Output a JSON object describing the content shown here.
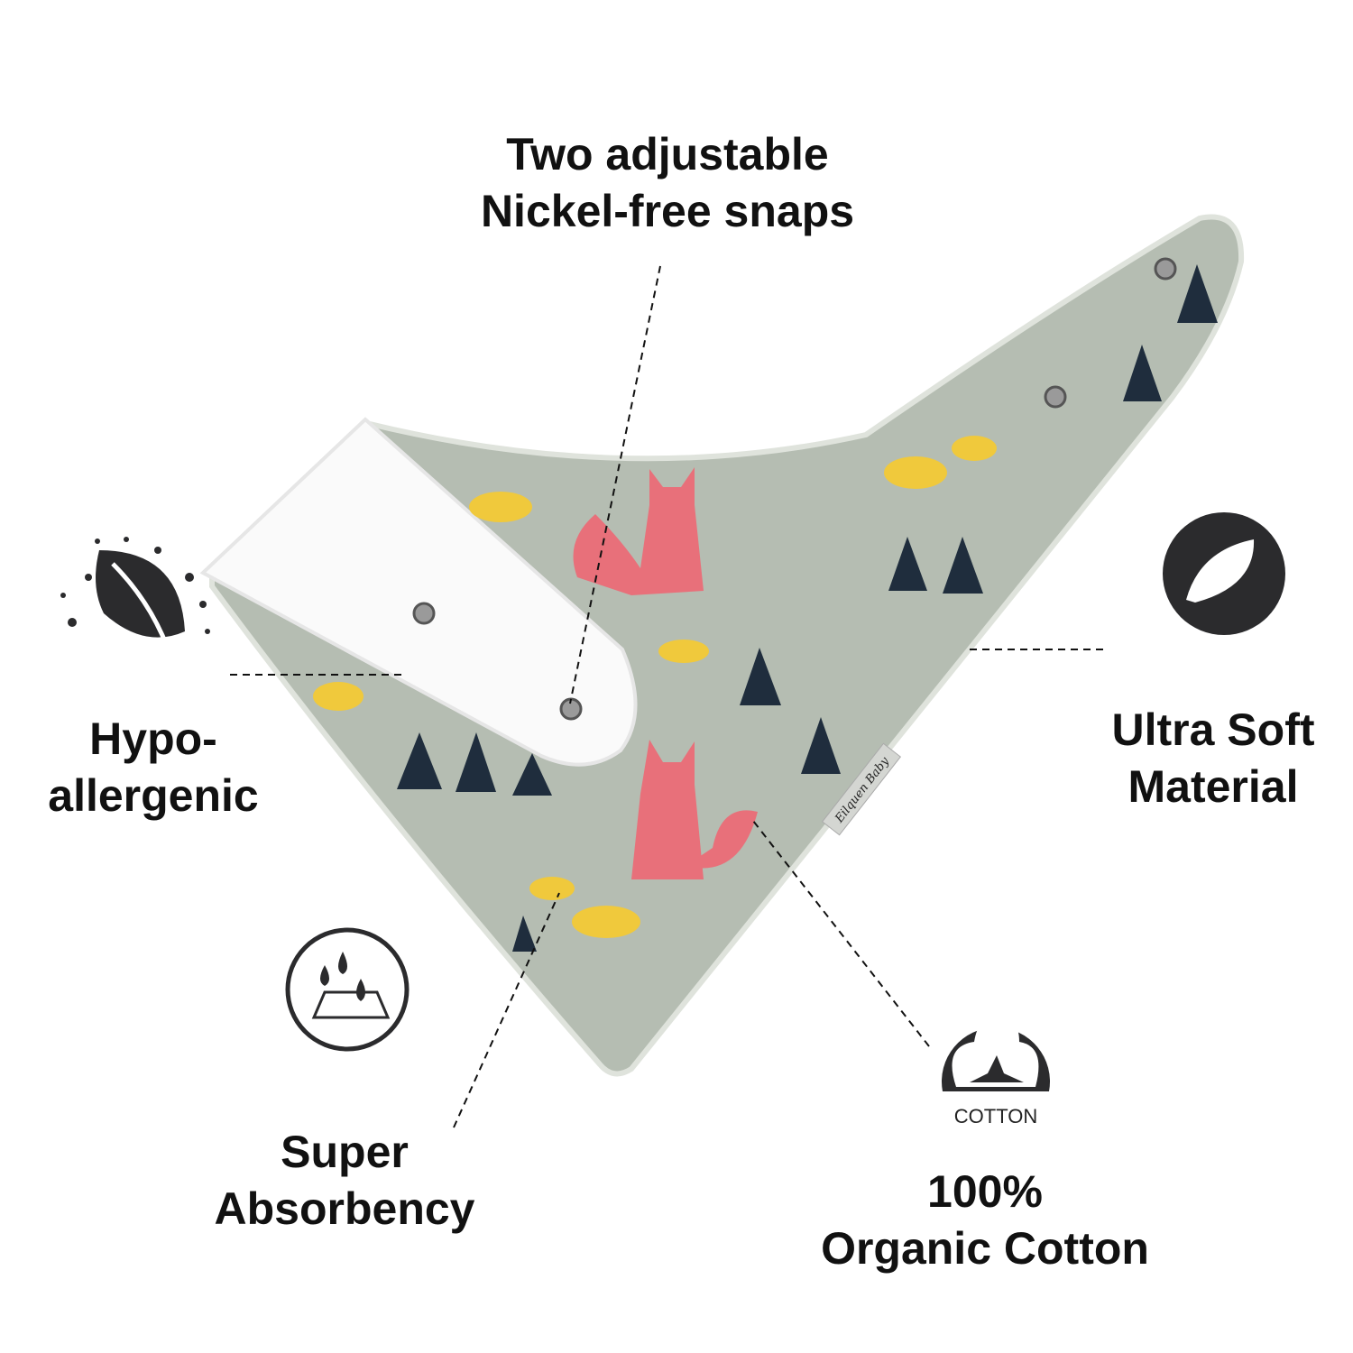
{
  "features": {
    "snaps": {
      "line1": "Two adjustable",
      "line2": "Nickel-free snaps"
    },
    "hypoallergenic": {
      "line1": "Hypo-",
      "line2": "allergenic"
    },
    "soft": {
      "line1": "Ultra Soft",
      "line2": "Material"
    },
    "absorbency": {
      "line1": "Super",
      "line2": "Absorbency"
    },
    "cotton": {
      "line1": "100%",
      "line2": "Organic Cotton"
    }
  },
  "product": {
    "label": "Eilquen Baby"
  },
  "icons": {
    "cotton_badge": "COTTON"
  },
  "colors": {
    "fabric": "#b5bdb2",
    "fox": "#e8707a",
    "tree": "#1f2d3d",
    "cloud": "#f0c93c",
    "icon": "#2b2b2d"
  }
}
